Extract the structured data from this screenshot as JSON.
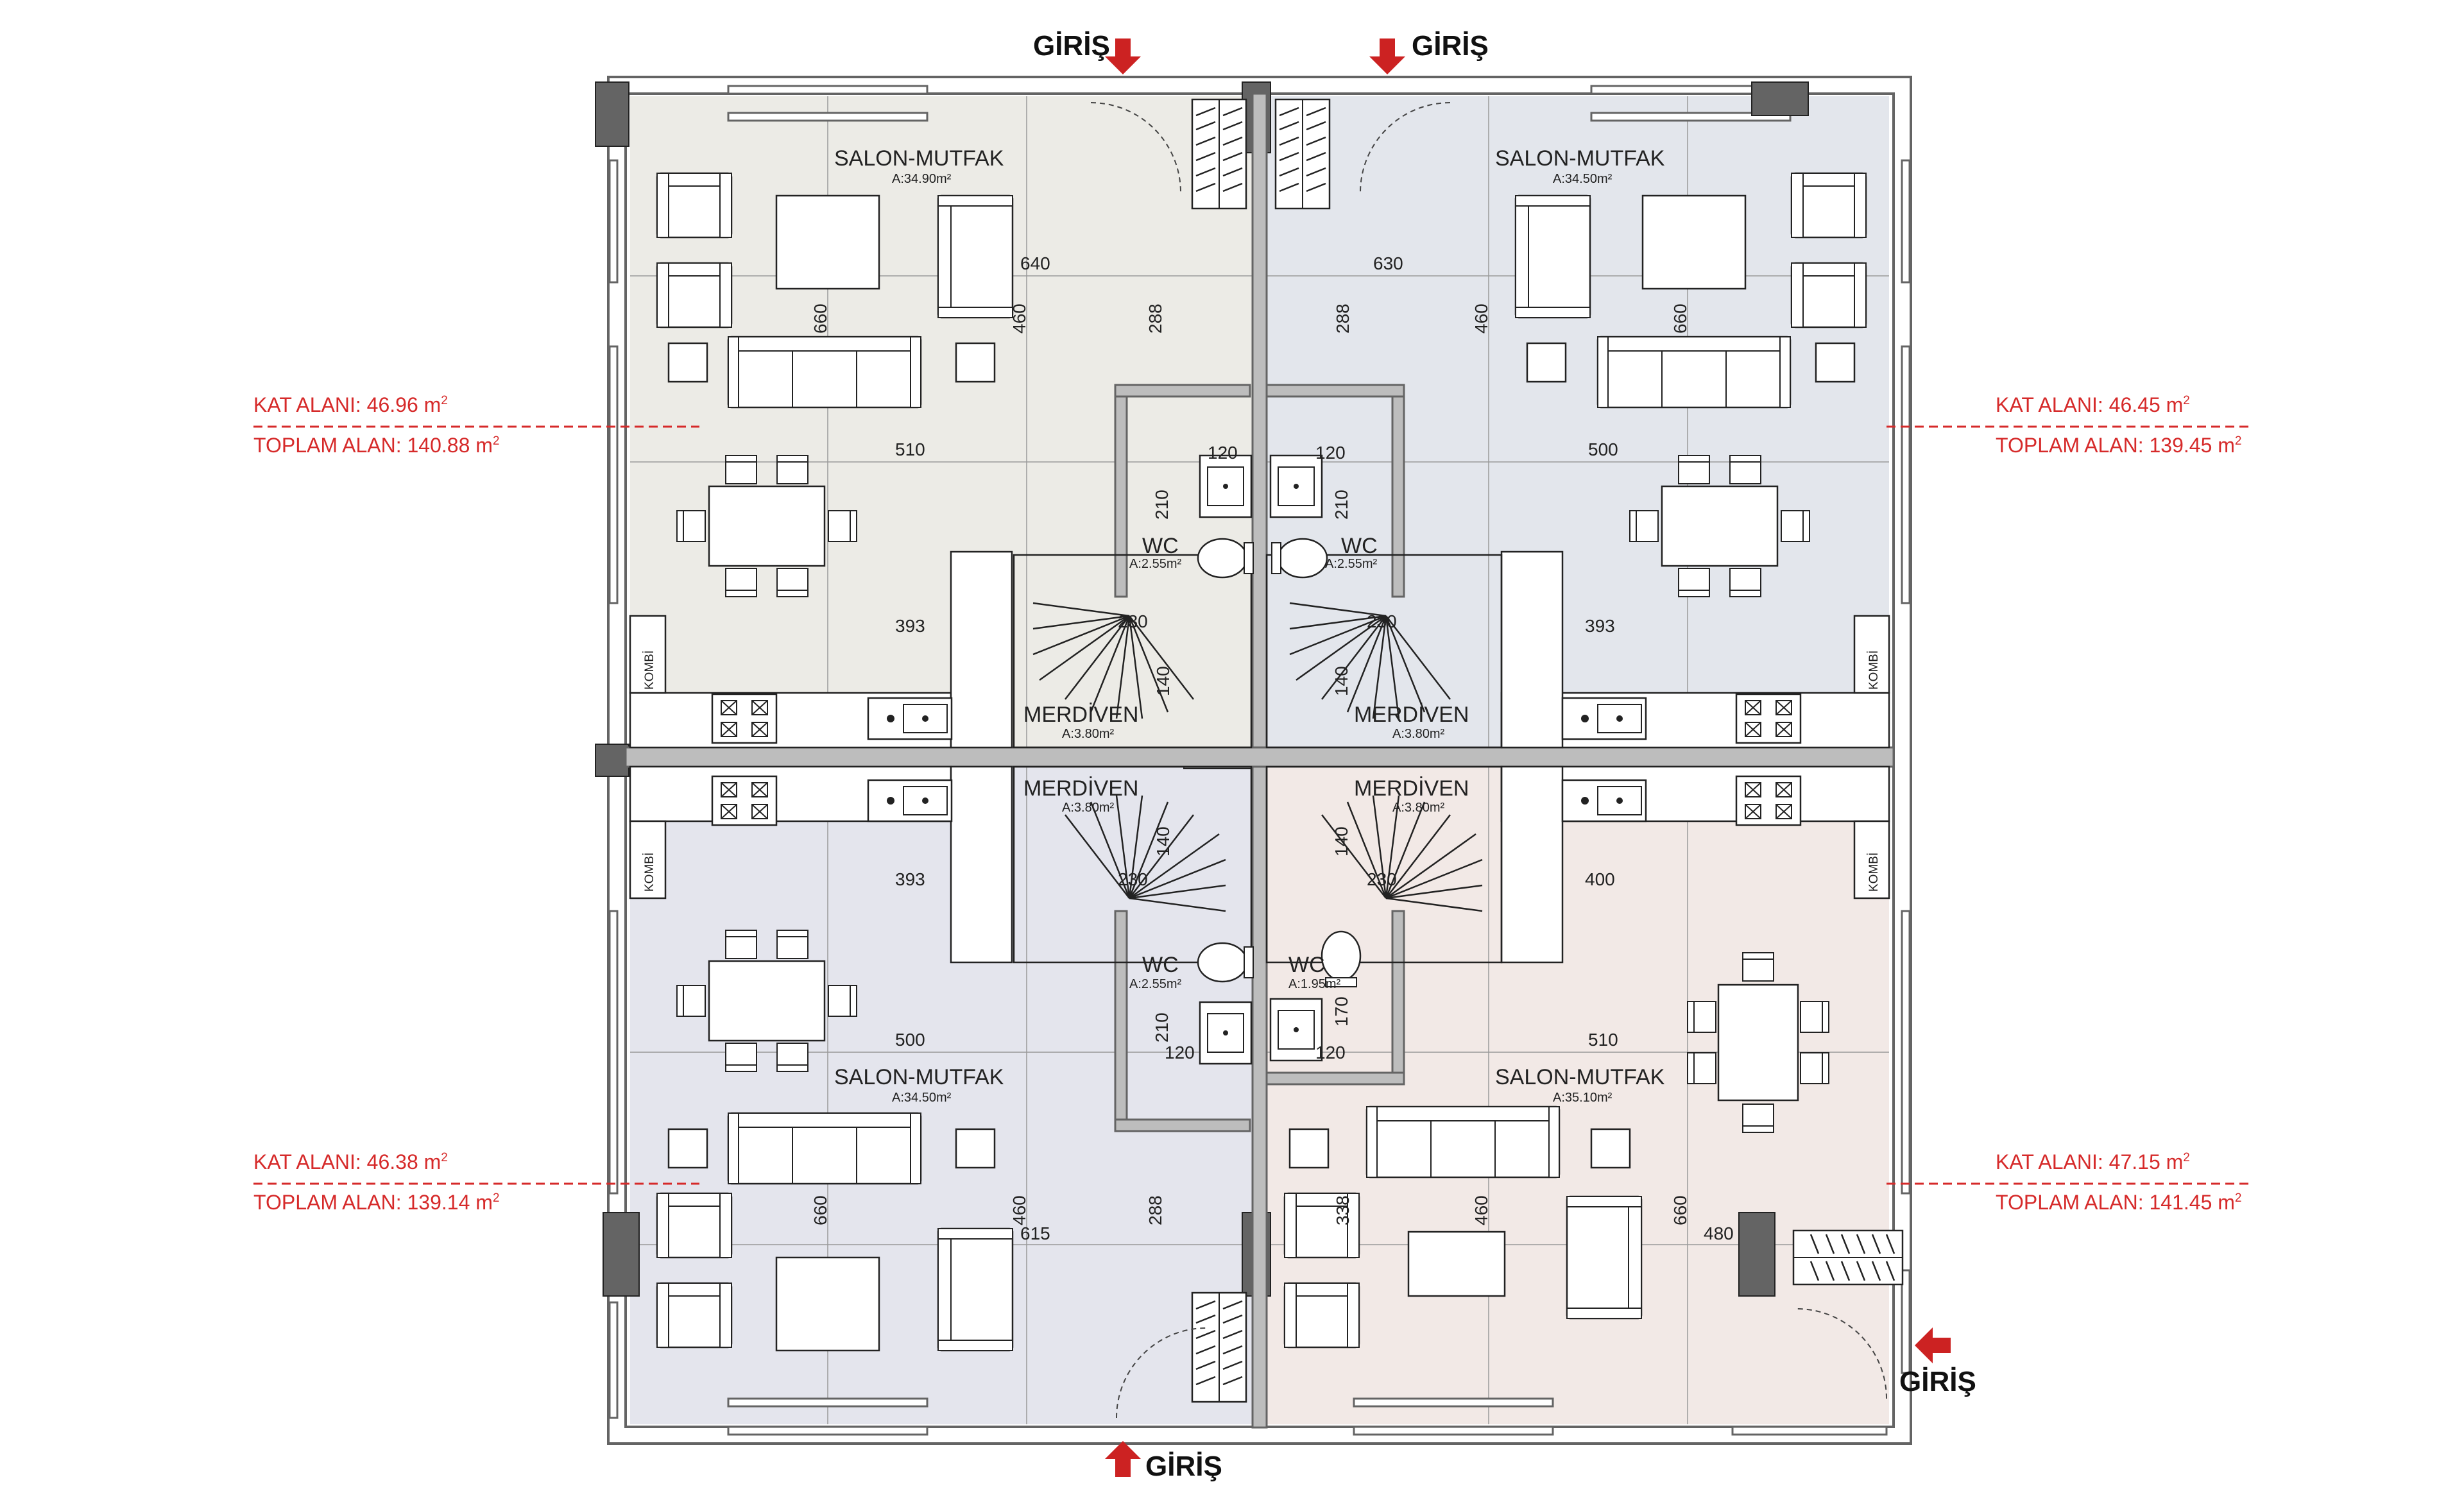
{
  "colors": {
    "wall": "#646464",
    "grid": "#9a9a9a",
    "red_label": "#d62a2a",
    "arrow": "#cc2222",
    "unit_top_left": "#ecebe6",
    "unit_top_right": "#e3e6ec",
    "unit_bottom_left": "#e4e5ed",
    "unit_bottom_right": "#f2e9e6"
  },
  "units": [
    {
      "id": "top-left",
      "room": "SALON-MUTFAK",
      "room_area": "A:34.90m²",
      "kat_alani": "KAT ALANI: 46.96  m",
      "toplam_alan": "TOPLAM ALAN: 140.88  m",
      "wc": "WC",
      "wc_area": "A:2.55m²",
      "merdiven": "MERDİVEN",
      "merdiven_area": "A:3.80m²",
      "kombi": "KOMBİ"
    },
    {
      "id": "top-right",
      "room": "SALON-MUTFAK",
      "room_area": "A:34.50m²",
      "kat_alani": "KAT ALANI: 46.45  m",
      "toplam_alan": "TOPLAM ALAN: 139.45  m",
      "wc": "WC",
      "wc_area": "A:2.55m²",
      "merdiven": "MERDİVEN",
      "merdiven_area": "A:3.80m²",
      "kombi": "KOMBİ"
    },
    {
      "id": "bottom-left",
      "room": "SALON-MUTFAK",
      "room_area": "A:34.50m²",
      "kat_alani": "KAT ALANI: 46.38  m",
      "toplam_alan": "TOPLAM ALAN: 139.14  m",
      "wc": "WC",
      "wc_area": "A:2.55m²",
      "merdiven": "MERDİVEN",
      "merdiven_area": "A:3.80m²",
      "kombi": "KOMBİ"
    },
    {
      "id": "bottom-right",
      "room": "SALON-MUTFAK",
      "room_area": "A:35.10m²",
      "kat_alani": "KAT ALANI: 47.15  m",
      "toplam_alan": "TOPLAM ALAN: 141.45  m",
      "wc": "WC",
      "wc_area": "A:1.95m²",
      "merdiven": "MERDİVEN",
      "merdiven_area": "A:3.80m²",
      "kombi": "KOMBİ"
    }
  ],
  "area_superscript": "2",
  "entrance_label": "GİRİŞ",
  "dimensions": {
    "top_left": [
      "640",
      "660",
      "460",
      "288",
      "510",
      "393",
      "120",
      "210",
      "230",
      "140"
    ],
    "top_right": [
      "630",
      "288",
      "460",
      "660",
      "500",
      "393",
      "120",
      "210",
      "230",
      "140"
    ],
    "bottom_left": [
      "393",
      "500",
      "660",
      "460",
      "615",
      "288",
      "120",
      "210",
      "230",
      "140"
    ],
    "bottom_right": [
      "400",
      "510",
      "338",
      "460",
      "660",
      "480",
      "120",
      "170",
      "230",
      "140"
    ]
  }
}
